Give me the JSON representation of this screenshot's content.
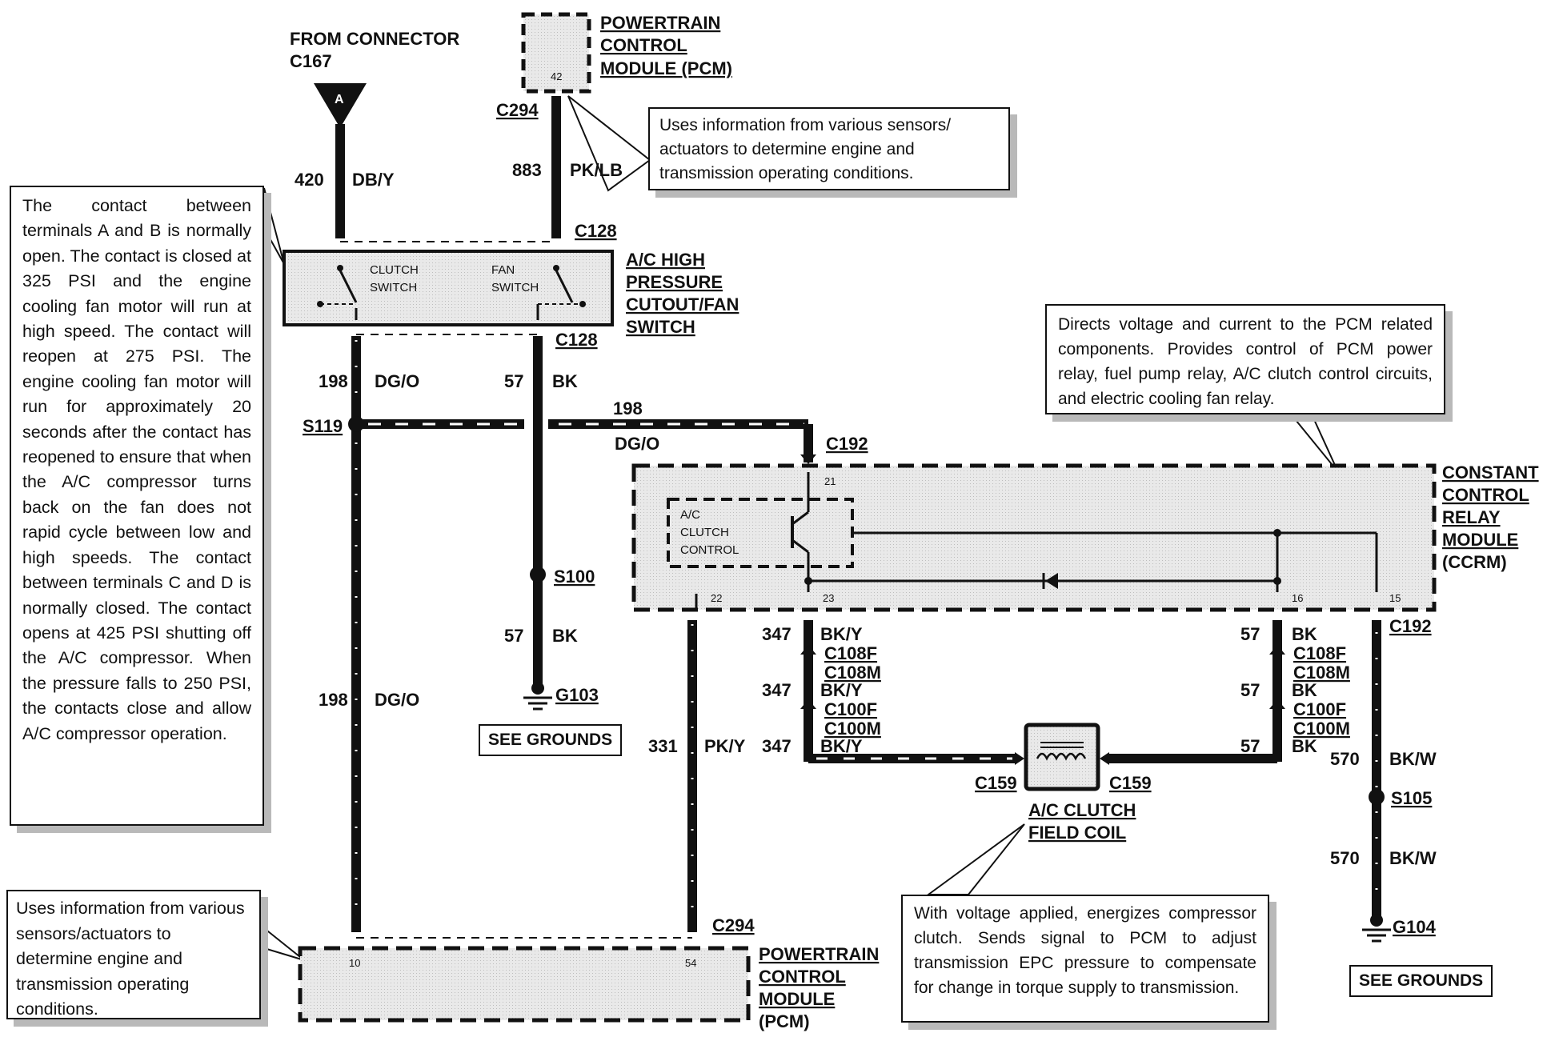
{
  "connector_c167": {
    "title_line1": "FROM CONNECTOR",
    "title_line2": "C167",
    "pin_letter": "A"
  },
  "pcm_top": {
    "line1": "POWERTRAIN",
    "line2": "CONTROL",
    "line3": "MODULE (PCM)",
    "pin": "42"
  },
  "pcm_bottom": {
    "line1": "POWERTRAIN",
    "line2": "CONTROL",
    "line3": "MODULE",
    "line4": "(PCM)",
    "pin_a": "10",
    "pin_b": "54"
  },
  "switch": {
    "title_line1": "A/C HIGH",
    "title_line2": "PRESSURE",
    "title_line3": "CUTOUT/FAN",
    "title_line4": "SWITCH",
    "clutch_label_1": "CLUTCH",
    "clutch_label_2": "SWITCH",
    "fan_label_1": "FAN",
    "fan_label_2": "SWITCH"
  },
  "ccrm": {
    "title_line1": "CONSTANT",
    "title_line2": "CONTROL",
    "title_line3": "RELAY",
    "title_line4": "MODULE",
    "title_line5": "(CCRM)",
    "inner_1": "A/C",
    "inner_2": "CLUTCH",
    "inner_3": "CONTROL",
    "pin_21": "21",
    "pin_22": "22",
    "pin_23": "23",
    "pin_16": "16",
    "pin_15": "15"
  },
  "clutch_coil": {
    "line1": "A/C CLUTCH",
    "line2": "FIELD COIL"
  },
  "connectors": {
    "c294_top": "C294",
    "c128_top": "C128",
    "c128_bottom": "C128",
    "c192_top": "C192",
    "c192_right": "C192",
    "c294_bottom": "C294",
    "c159_left": "C159",
    "c159_right": "C159",
    "c108f_l": "C108F",
    "c108m_l": "C108M",
    "c100f_l": "C100F",
    "c100m_l": "C100M",
    "c108f_r": "C108F",
    "c108m_r": "C108M",
    "c100f_r": "C100F",
    "c100m_r": "C100M"
  },
  "splices": {
    "s119": "S119",
    "s100": "S100",
    "s105": "S105"
  },
  "grounds": {
    "g103": "G103",
    "g104": "G104",
    "see_grounds_1": "SEE GROUNDS",
    "see_grounds_2": "SEE GROUNDS"
  },
  "wires": {
    "w420_num": "420",
    "w420_color": "DB/Y",
    "w883_num": "883",
    "w883_color": "PK/LB",
    "w198a_num": "198",
    "w198a_color": "DG/O",
    "w57a_num": "57",
    "w57a_color": "BK",
    "w198h_num": "198",
    "w198h_color": "DG/O",
    "w57b_num": "57",
    "w57b_color": "BK",
    "w198b_num": "198",
    "w198b_color": "DG/O",
    "w331_num": "331",
    "w331_color": "PK/Y",
    "w347a_num": "347",
    "w347a_color": "BK/Y",
    "w347b_num": "347",
    "w347b_color": "BK/Y",
    "w347c_num": "347",
    "w347c_color": "BK/Y",
    "w57c_num": "57",
    "w57c_color": "BK",
    "w57d_num": "57",
    "w57d_color": "BK",
    "w57e_num": "57",
    "w57e_color": "BK",
    "w570a_num": "570",
    "w570a_color": "BK/W",
    "w570b_num": "570",
    "w570b_color": "BK/W"
  },
  "callouts": {
    "pcm_top": "Uses information from various sensors/ actuators to determine engine and transmission operating conditions.",
    "switch_desc": "The contact between terminals A and B is normally open. The contact is closed at 325 PSI and the engine cooling fan motor will run at high speed. The contact will reopen at 275 PSI. The engine cooling fan motor will run for approximately 20 seconds after the contact has reopened to ensure that when the A/C compressor turns back on the fan does not rapid cycle between low and high speeds. The contact between terminals C and D is normally closed. The contact opens at 425 PSI shutting off the A/C compressor. When the pressure falls to 250 PSI, the contacts close and allow A/C compressor operation.",
    "ccrm_desc": "Directs voltage and current to the PCM related components. Provides control of PCM power relay, fuel pump relay, A/C clutch control circuits, and electric cooling fan relay.",
    "pcm_bottom": "Uses information from various sensors/actuators to determine engine and transmission operating conditions.",
    "coil_desc": "With voltage applied, energizes compressor clutch. Sends signal to PCM to adjust transmission EPC pressure to compensate for change in torque supply to transmission."
  }
}
